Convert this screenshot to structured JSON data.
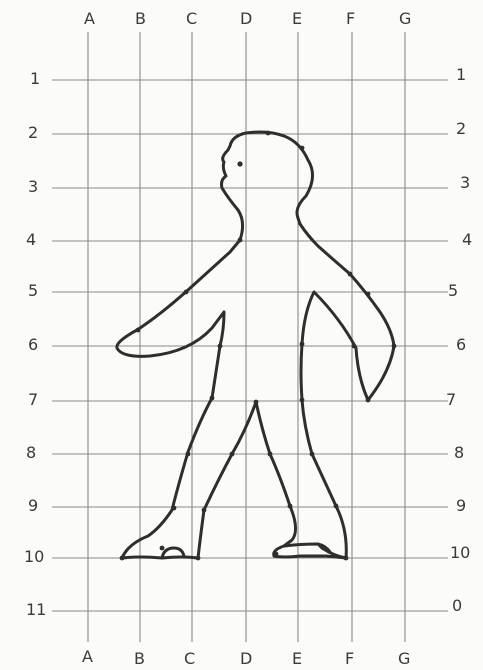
{
  "diagram": {
    "top_columns": [
      "A",
      "B",
      "C",
      "D",
      "E",
      "F",
      "G"
    ],
    "bottom_columns": [
      "A",
      "B",
      "C",
      "D",
      "E",
      "F",
      "G"
    ],
    "left_rows": [
      "1",
      "2",
      "3",
      "4",
      "5",
      "6",
      "7",
      "8",
      "9",
      "10",
      "11"
    ],
    "right_rows": [
      "1",
      "2",
      "3",
      "4",
      "5",
      "6",
      "7",
      "8",
      "9",
      "10",
      "0"
    ]
  }
}
